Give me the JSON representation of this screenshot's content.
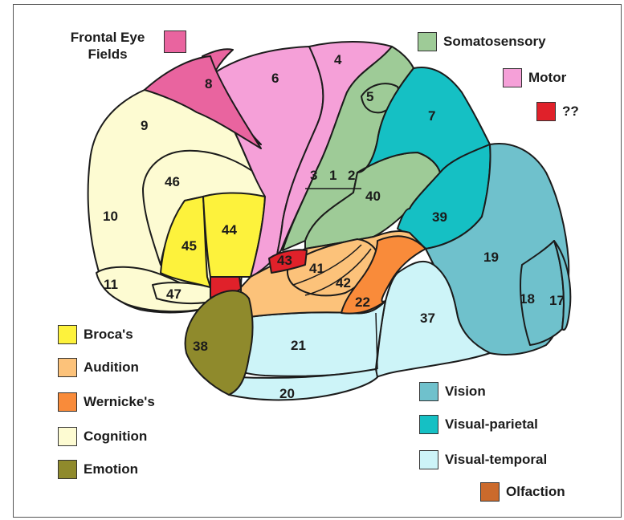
{
  "colors": {
    "motor": "#f5a0d8",
    "frontal_eye": "#e9649f",
    "unknown": "#e0212a",
    "somatosensory": "#9ecb97",
    "visual_parietal": "#15c0c4",
    "vision": "#6fc1cc",
    "visual_temporal": "#cdf4f8",
    "brocas": "#fdf23c",
    "audition": "#fcc27a",
    "wernickes": "#f98b3a",
    "cognition": "#fdfbd2",
    "emotion": "#8f8a2c",
    "olfaction": "#cb6a2c"
  },
  "legend_top": {
    "frontal_eye_fields": "Frontal Eye Fields",
    "somatosensory": "Somatosensory",
    "motor": "Motor",
    "unknown": "??"
  },
  "legend_left": [
    "Broca's",
    "Audition",
    "Wernicke's",
    "Cognition",
    "Emotion"
  ],
  "legend_right": [
    "Vision",
    "Visual-parietal",
    "Visual-temporal",
    "Olfaction"
  ],
  "areas": {
    "a4": "4",
    "a5": "5",
    "a6": "6",
    "a7": "7",
    "a8": "8",
    "a9": "9",
    "a10": "10",
    "a11": "11",
    "a17": "17",
    "a18": "18",
    "a19": "19",
    "a20": "20",
    "a21": "21",
    "a22": "22",
    "a37": "37",
    "a38": "38",
    "a39": "39",
    "a40": "40",
    "a41": "41",
    "a42": "42",
    "a43": "43",
    "a44": "44",
    "a45": "45",
    "a46": "46",
    "a47": "47",
    "a3": "3",
    "a1": "1",
    "a2": "2"
  }
}
